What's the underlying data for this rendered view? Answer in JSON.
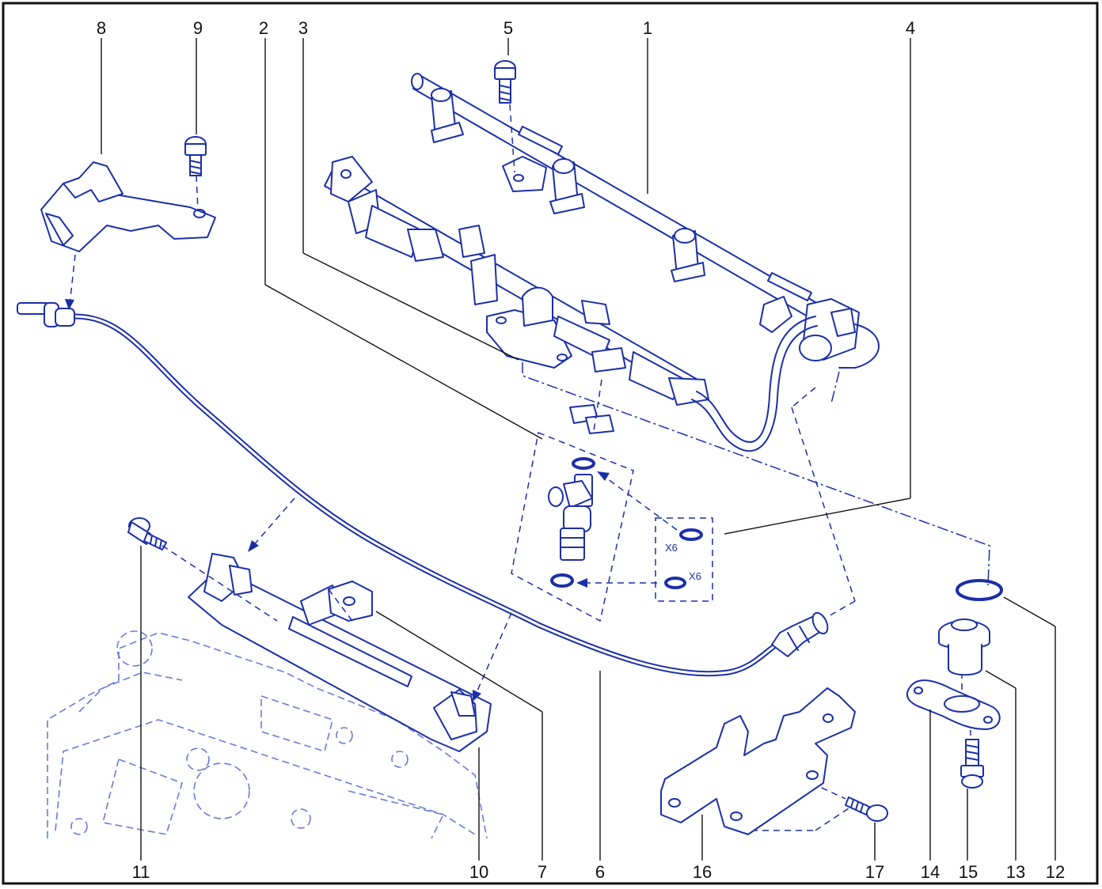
{
  "diagram": {
    "callouts": [
      "1",
      "2",
      "3",
      "4",
      "5",
      "6",
      "7",
      "8",
      "9",
      "10",
      "11",
      "12",
      "13",
      "14",
      "15",
      "16",
      "17"
    ],
    "quantity_labels": {
      "upper_seal_qty": "X6",
      "lower_seal_qty": "X6"
    },
    "colors": {
      "line": "#1c2fa8",
      "engine_outline": "#6b7bd6",
      "text": "#111111",
      "background": "#ffffff"
    }
  }
}
